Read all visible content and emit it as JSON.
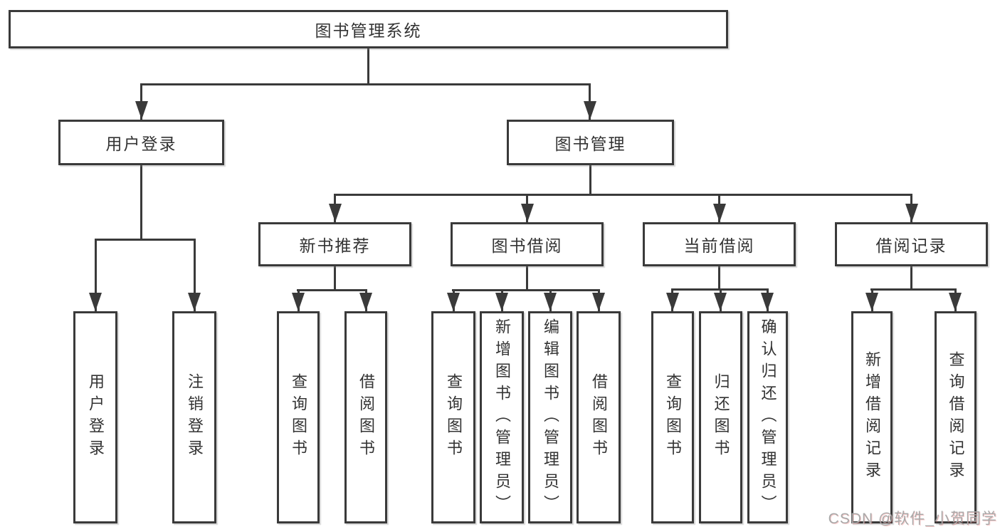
{
  "diagram": {
    "watermark": "CSDN @软件_小贺同学",
    "colors": {
      "line": "#3a3a3a",
      "box_fill": "#ffffff",
      "text": "#333333",
      "watermark": "#a9a9a9"
    },
    "tree": {
      "root": "图书管理系统",
      "children": [
        {
          "label": "用户登录",
          "children": [
            "用户登录",
            "注销登录"
          ]
        },
        {
          "label": "图书管理",
          "children": [
            {
              "label": "新书推荐",
              "children": [
                "查询图书",
                "借阅图书"
              ]
            },
            {
              "label": "图书借阅",
              "children": [
                "查询图书",
                "新增图书（管理员）",
                "编辑图书（管理员）",
                "借阅图书"
              ]
            },
            {
              "label": "当前借阅",
              "children": [
                "查询图书",
                "归还图书",
                "确认归还（管理员）"
              ]
            },
            {
              "label": "借阅记录",
              "children": [
                "新增借阅记录",
                "查询借阅记录"
              ]
            }
          ]
        }
      ]
    }
  }
}
